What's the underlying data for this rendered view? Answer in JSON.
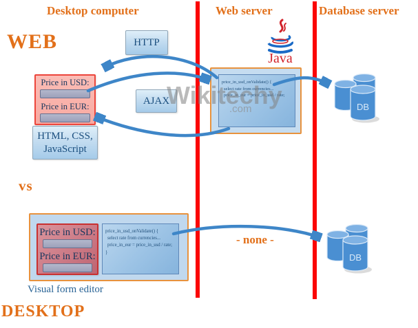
{
  "headers": {
    "desktop": "Desktop computer",
    "web": "Web server",
    "database": "Database server"
  },
  "labels": {
    "web": "WEB",
    "vs": "vs",
    "desktop": "DESKTOP",
    "none": "- none -",
    "visual_form_editor": "Visual form editor"
  },
  "chips": {
    "http": "HTTP",
    "ajax": "AJAX",
    "html_line1": "HTML, CSS,",
    "html_line2": "JavaScript"
  },
  "form_top": {
    "usd_label": "Price in USD:",
    "eur_label": "Price in EUR:",
    "usd_value": "",
    "eur_value": ""
  },
  "form_bottom": {
    "usd_label": "Price in USD:",
    "eur_label": "Price in EUR:",
    "usd_value": "",
    "eur_value": ""
  },
  "code_top": {
    "l1": "price_in_usd_onValidate() {",
    "l2": "select rate from currencies...",
    "l3": "price_in_eur = price_in_usd / rate;"
  },
  "code_bottom": {
    "l1": "price_in_usd_onValidate() {",
    "l2": "select rate from currencies...",
    "l3": "price_in_eur = price_in_usd / rate;",
    "l4": "}"
  },
  "java": {
    "label": "Java"
  },
  "db_top": {
    "label": "DB"
  },
  "db_bottom": {
    "label": "DB"
  },
  "watermark": {
    "name": "Wikitechy",
    "suffix": ".com"
  },
  "colors": {
    "accent_orange": "#E2701A",
    "separator_red": "#FB0505",
    "arrow_blue": "#3E86C8",
    "navy_text": "#17497A",
    "db_blue": "#4A8FD2"
  }
}
